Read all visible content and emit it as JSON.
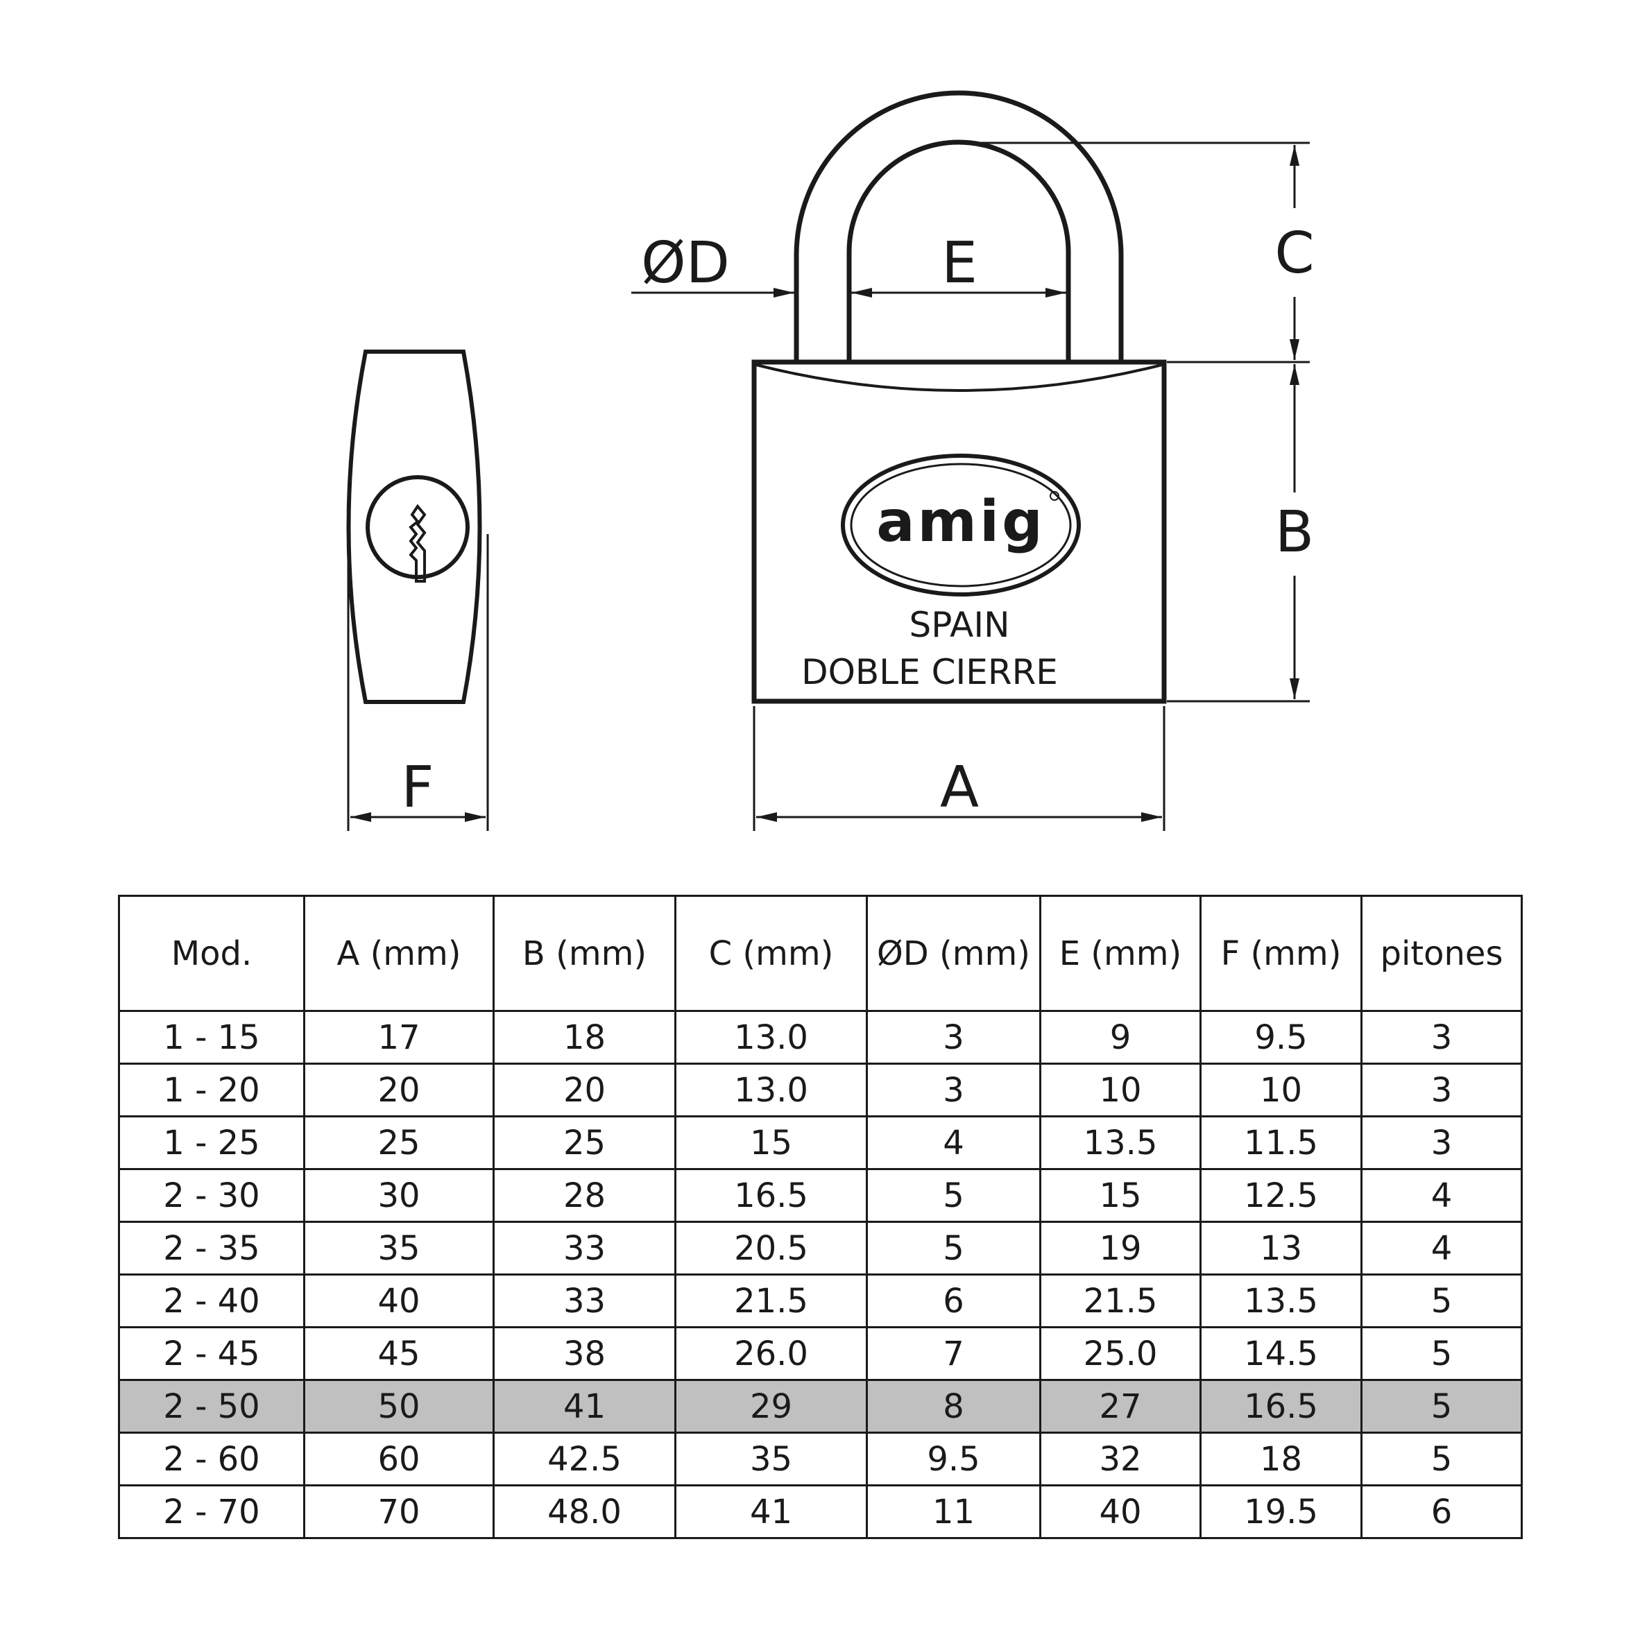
{
  "drawing": {
    "labels": {
      "a": "A",
      "b": "B",
      "c": "C",
      "d": "ØD",
      "e": "E",
      "f": "F"
    },
    "brand": "amig",
    "stamp_line1": "SPAIN",
    "stamp_line2": "DOBLE CIERRE"
  },
  "table": {
    "headers": [
      "Mod.",
      "A (mm)",
      "B (mm)",
      "C (mm)",
      "ØD (mm)",
      "E (mm)",
      "F (mm)",
      "pitones"
    ],
    "highlight_model": "2 - 50",
    "highlight_color": "#c0c0c0",
    "rows": [
      [
        "1 - 15",
        "17",
        "18",
        "13.0",
        "3",
        "9",
        "9.5",
        "3"
      ],
      [
        "1 - 20",
        "20",
        "20",
        "13.0",
        "3",
        "10",
        "10",
        "3"
      ],
      [
        "1 - 25",
        "25",
        "25",
        "15",
        "4",
        "13.5",
        "11.5",
        "3"
      ],
      [
        "2 - 30",
        "30",
        "28",
        "16.5",
        "5",
        "15",
        "12.5",
        "4"
      ],
      [
        "2 - 35",
        "35",
        "33",
        "20.5",
        "5",
        "19",
        "13",
        "4"
      ],
      [
        "2 - 40",
        "40",
        "33",
        "21.5",
        "6",
        "21.5",
        "13.5",
        "5"
      ],
      [
        "2 - 45",
        "45",
        "38",
        "26.0",
        "7",
        "25.0",
        "14.5",
        "5"
      ],
      [
        "2 - 50",
        "50",
        "41",
        "29",
        "8",
        "27",
        "16.5",
        "5"
      ],
      [
        "2 - 60",
        "60",
        "42.5",
        "35",
        "9.5",
        "32",
        "18",
        "5"
      ],
      [
        "2 - 70",
        "70",
        "48.0",
        "41",
        "11",
        "40",
        "19.5",
        "6"
      ]
    ]
  }
}
